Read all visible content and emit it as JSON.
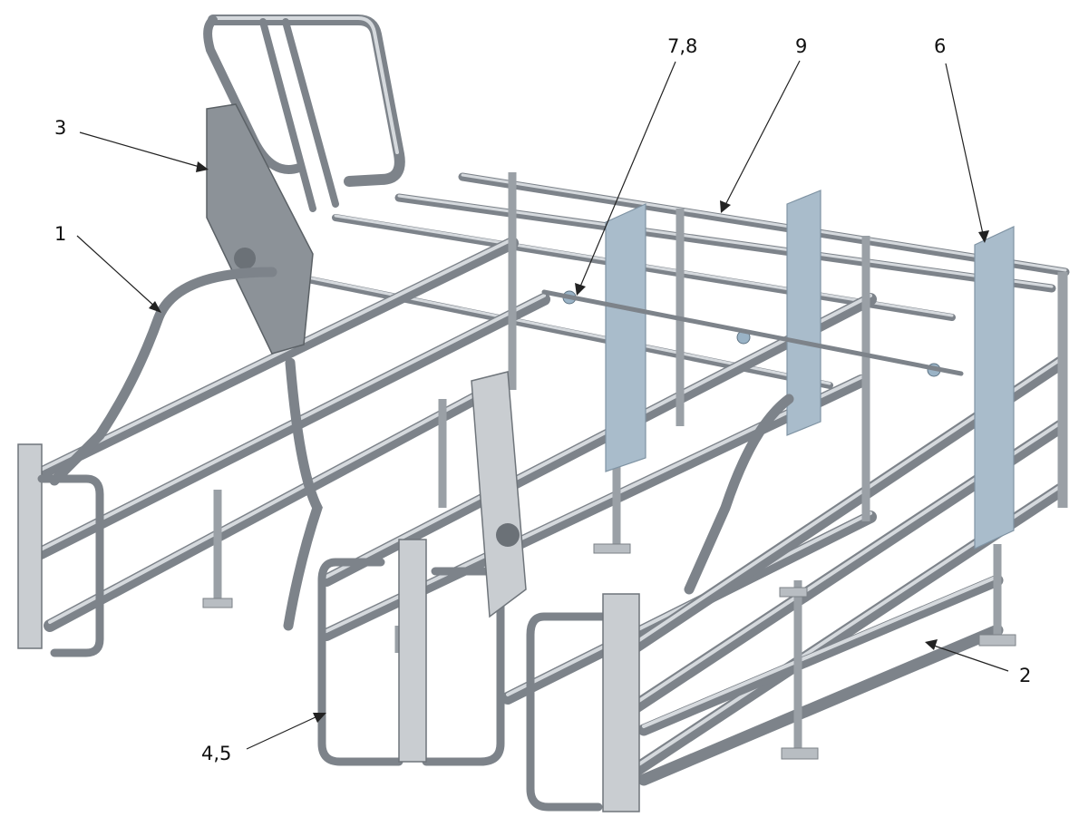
{
  "callouts": [
    {
      "id": "c1",
      "label": "1"
    },
    {
      "id": "c2",
      "label": "2"
    },
    {
      "id": "c3",
      "label": "3"
    },
    {
      "id": "c45",
      "label": "4,5"
    },
    {
      "id": "c6",
      "label": "6"
    },
    {
      "id": "c78",
      "label": "7,8"
    },
    {
      "id": "c9",
      "label": "9"
    }
  ],
  "colors": {
    "rail": "#7d838a",
    "rail_highlight": "#d5d9dd",
    "shield": "#a9bccb",
    "line": "#222222"
  }
}
